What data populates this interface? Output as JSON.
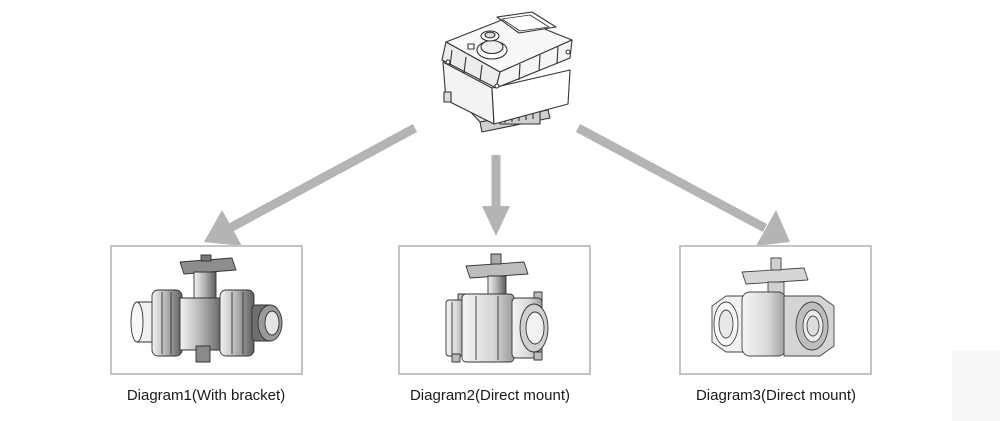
{
  "captions": {
    "diagram1": "Diagram1(With bracket)",
    "diagram2": "Diagram2(Direct mount)",
    "diagram3": "Diagram3(Direct mount)"
  },
  "colors": {
    "arrow": "#b4b4b4",
    "frame": "#c4c4c4",
    "line": "#333333",
    "valve_dark": "#6f6f6f",
    "valve_mid": "#a9a9a9",
    "valve_light": "#e2e2e2"
  }
}
